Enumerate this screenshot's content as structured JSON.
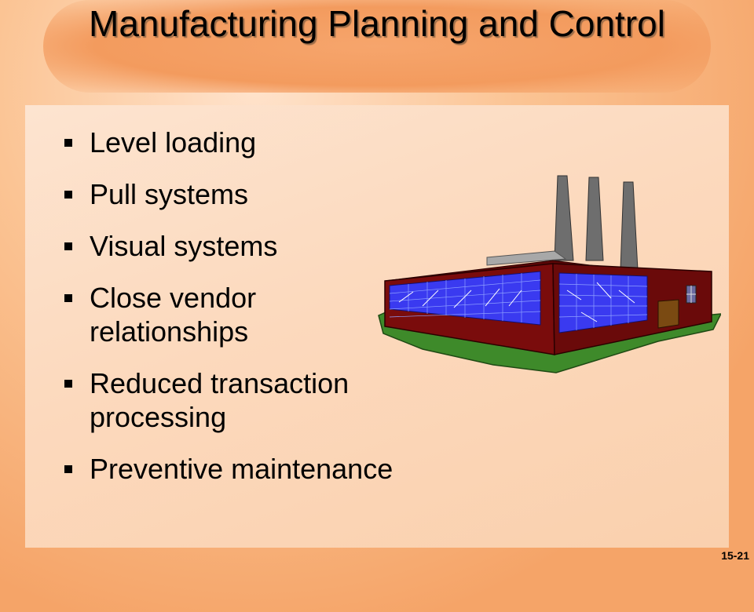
{
  "slide": {
    "title": "Manufacturing Planning and Control",
    "bullets": [
      "Level loading",
      "Pull systems",
      "Visual systems",
      "Close vendor relationships",
      "Reduced transaction processing",
      "Preventive maintenance"
    ],
    "slide_number": "15-21",
    "illustration": "factory-icon"
  },
  "colors": {
    "background": "#f5a468",
    "panel": "#fcd9bd",
    "text": "#000000",
    "factory_wall": "#7a0c0c",
    "factory_windows": "#3a3af0",
    "ground": "#3e8a2a"
  }
}
